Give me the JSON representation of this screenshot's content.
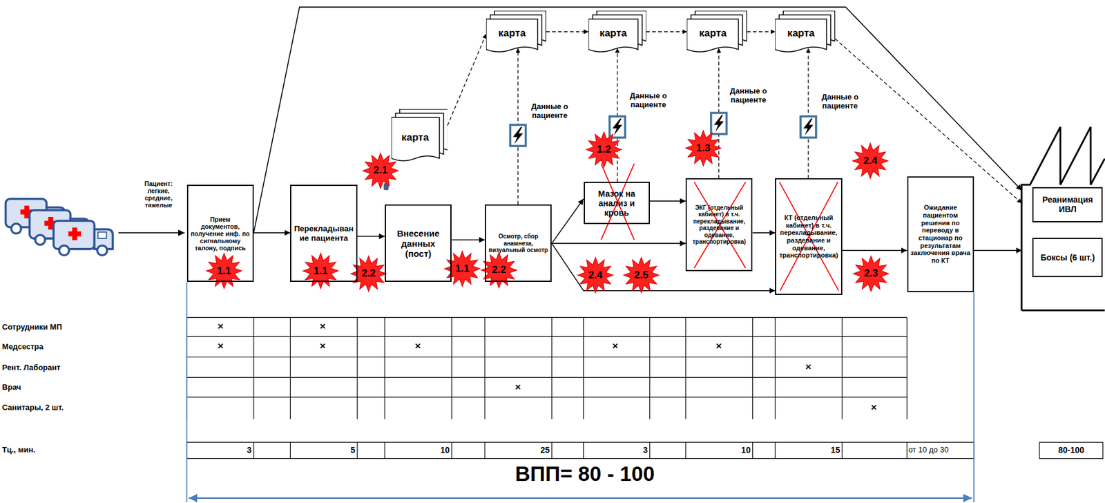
{
  "diagram": {
    "nodes": [
      {
        "text": [
          "карта"
        ]
      },
      {
        "text": [
          "карта"
        ]
      },
      {
        "text": [
          "карта"
        ]
      },
      {
        "text": [
          "карта"
        ]
      },
      {
        "text": [
          "карта"
        ]
      },
      {
        "text": [
          "Прием документов, получение инф. по сигнальному талону, подпись"
        ]
      },
      {
        "text": [
          "Перекладывание пациента"
        ]
      },
      {
        "text": [
          "Внесение данных (пост)"
        ]
      },
      {
        "text": [
          "Осмотр, сбор анамнеза, визуальный осмотр"
        ]
      },
      {
        "text": [
          "Мазок на анализ и кровь"
        ]
      },
      {
        "text": [
          "ЭКГ (отдельный кабинет) в т.ч. перекладывание, раздевание и одевание, транспортировка)"
        ]
      },
      {
        "text": [
          "КТ (отдельный кабинет) в т.ч. перекладывание, раздевание и одевание, транспортировка)"
        ]
      },
      {
        "text": [
          "Ожидание пациентом решения по переводу в стационар по результатам заключения врача по КТ"
        ]
      },
      {
        "text": []
      },
      {
        "text": [
          "Реанимация ИВЛ"
        ],
        "in": 13
      },
      {
        "text": [
          "Боксы (6 шт.)"
        ],
        "in": 13
      }
    ],
    "edges": [
      {
        "from": 5,
        "to": 6,
        "arrow": "to"
      },
      {
        "from": 6,
        "to": 7,
        "arrow": "to"
      },
      {
        "from": 7,
        "to": 8,
        "arrow": "to"
      },
      {
        "from": 8,
        "to": 9,
        "arrow": "to"
      },
      {
        "from": 8,
        "to": 10,
        "arrow": "to"
      },
      {
        "from": 8,
        "to": 11,
        "arrow": "to"
      },
      {
        "from": 9,
        "to": 10,
        "arrow": "to"
      },
      {
        "from": 10,
        "to": 11,
        "arrow": "to"
      },
      {
        "from": 11,
        "to": 12,
        "arrow": "to"
      },
      {
        "from": 12,
        "to": 13,
        "arrow": "to"
      },
      {
        "from": 5,
        "to": 13,
        "arrow": "to"
      },
      {
        "from": 4,
        "to": 0,
        "arrow": "to"
      },
      {
        "from": 0,
        "to": 1,
        "arrow": "to"
      },
      {
        "from": 1,
        "to": 2,
        "arrow": "to"
      },
      {
        "from": 2,
        "to": 3,
        "arrow": "to"
      },
      {
        "from": 3,
        "to": 13,
        "arrow": "to"
      },
      {
        "from": 8,
        "to": 0,
        "arrow": "to"
      },
      {
        "from": 9,
        "to": 1,
        "arrow": "to"
      },
      {
        "from": 10,
        "to": 2,
        "arrow": "to"
      },
      {
        "from": 11,
        "to": 3,
        "arrow": "to"
      }
    ],
    "labels": [
      "Пациент: легкие, средние, тяжелые",
      "Данные о пациенте",
      "Данные о пациенте",
      "Данные о пациенте",
      "Данные о пациенте",
      "1.2",
      "1.3",
      "2.4",
      "2.1",
      "1.1",
      "1.1",
      "2.2",
      "1.1",
      "2.2",
      "2.4",
      "2.5",
      "2.3",
      "Сотрудники МП",
      "×",
      "×",
      "Медсестра",
      "×",
      "×",
      "×",
      "×",
      "×",
      "Рент. Лаборант",
      "×",
      "Врач",
      "×",
      "Санитары, 2 шт.",
      "×",
      "Тц., мин.",
      "3",
      "5",
      "10",
      "25",
      "3",
      "10",
      "15",
      "от 10 до 30",
      "80-100",
      "ВПП= 80 - 100"
    ]
  }
}
